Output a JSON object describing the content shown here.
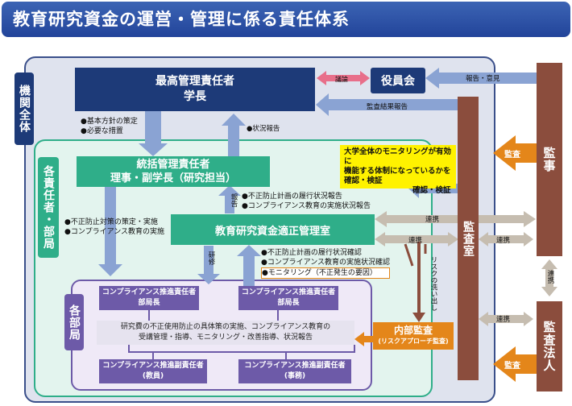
{
  "title": "教育研究資金の運営・管理に係る責任体系",
  "labels": {
    "university_wide": "機関全体",
    "responsible": "各責任者・部局",
    "departments": "各部局"
  },
  "nodes": {
    "top_manager": {
      "line1": "最高管理責任者",
      "line2": "学長"
    },
    "board": "役員会",
    "general_manager": {
      "line1": "統括管理責任者",
      "line2": "理事・副学長（研究担当）"
    },
    "office": "教育研究資金適正管理室",
    "audit_office": "監査室",
    "internal_audit": {
      "line1": "内部監査",
      "line2": "(リスクアプローチ監査)"
    },
    "auditor": "監事",
    "audit_firm": "監査法人",
    "compliance_head_1": {
      "line1": "コンプライアンス推進責任者",
      "line2": "部局長"
    },
    "compliance_head_2": {
      "line1": "コンプライアンス推進責任者",
      "line2": "部局長"
    },
    "compliance_sub_1": {
      "line1": "コンプライアンス推進副責任者",
      "line2": "(教員)"
    },
    "compliance_sub_2": {
      "line1": "コンプライアンス推進副責任者",
      "line2": "(事務)"
    }
  },
  "arrow_labels": {
    "discussion": "議論",
    "report_opinion": "報告・意見",
    "audit_result_report": "監査結果報告",
    "status_report": "状況報告",
    "report": "報告",
    "training": "研修",
    "confirm_verify": "確認・検証",
    "cooperation": "連携",
    "audit": "監査",
    "risk_identification": "リスクの洗い出し"
  },
  "notes": {
    "top_bullets": [
      "●基本方針の策定",
      "●必要な措置"
    ],
    "general_bullets": [
      "●不正防止計画の履行状況報告",
      "●コンプライアンス教育の実施状況報告"
    ],
    "left_bullets": [
      "●不正防止対策の策定・実施",
      "●コンプライアンス教育の実施"
    ],
    "office_bullets": [
      "●不正防止計画の履行状況確認",
      "●コンプライアンス教育の実施状況確認",
      "●モニタリング（不正発生の要因）"
    ],
    "monitoring_box": [
      "大学全体のモニタリングが有効に",
      "機能する体制になっているかを",
      "確認・検証"
    ],
    "dept_center": [
      "研究費の不正使用防止の具体策の実施、コンプライアンス教育の",
      "受講管理・指導、モニタリング・改善指導、状況報告"
    ]
  },
  "colors": {
    "navy": "#1d3a78",
    "green": "#2fae89",
    "purple": "#6d5aa8",
    "brown": "#8b4d3d",
    "orange": "#e4861a",
    "arrow": "#8aa3d3",
    "pink": "#e86f8a"
  }
}
